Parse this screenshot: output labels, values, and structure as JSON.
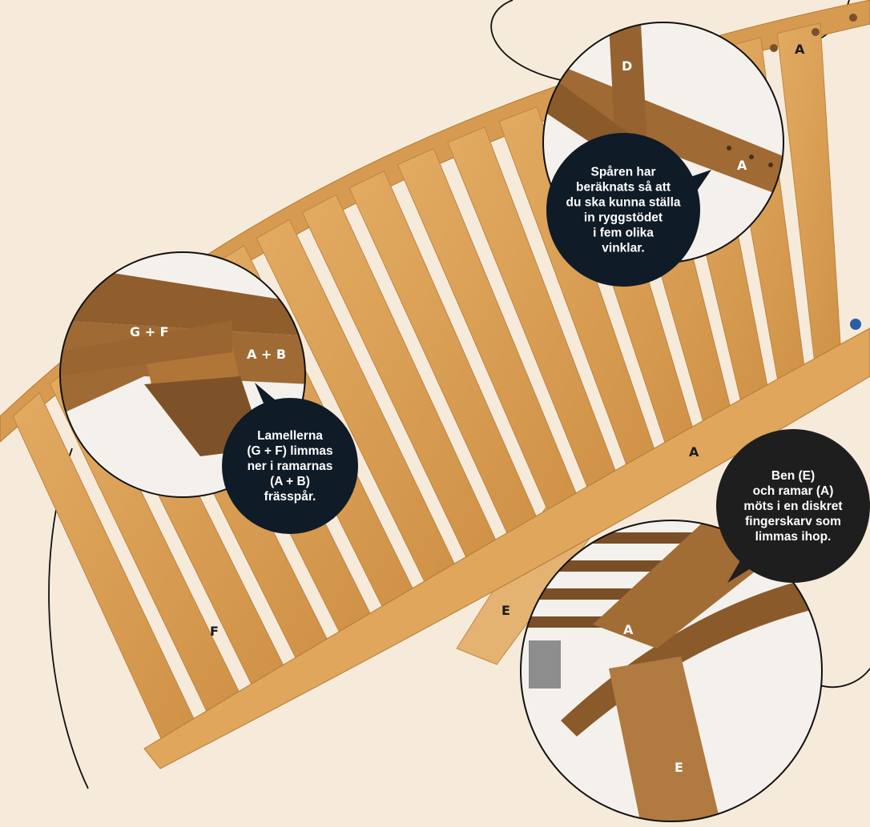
{
  "colors": {
    "background": "#f6ebda",
    "wood_light": "#dca35a",
    "wood_mid": "#c98a3c",
    "wood_dark": "#8a5a2a",
    "bubble_navy": "#0f1b27",
    "bubble_black": "#1e1e1e"
  },
  "part_labels": {
    "a_top": "A",
    "a_middle": "A",
    "f": "F",
    "e_middle": "E"
  },
  "detail_left": {
    "label_gf": "G + F",
    "label_ab": "A + B",
    "bubble_lines": [
      "Lamellerna",
      "(G + F) limmas",
      "ner i ramarnas",
      "(A + B)",
      "frässpår."
    ]
  },
  "detail_top": {
    "label_d": "D",
    "label_a": "A",
    "bubble_lines": [
      "Spåren har",
      "beräknats så att",
      "du ska kunna ställa",
      "in ryggstödet",
      "i fem olika",
      "vinklar."
    ]
  },
  "detail_bottom": {
    "label_a": "A",
    "label_e": "E",
    "bubble_lines": [
      "Ben (E)",
      "och ramar (A)",
      "möts i en diskret",
      "fingerskarv som",
      "limmas ihop."
    ]
  },
  "slat_count": 17
}
